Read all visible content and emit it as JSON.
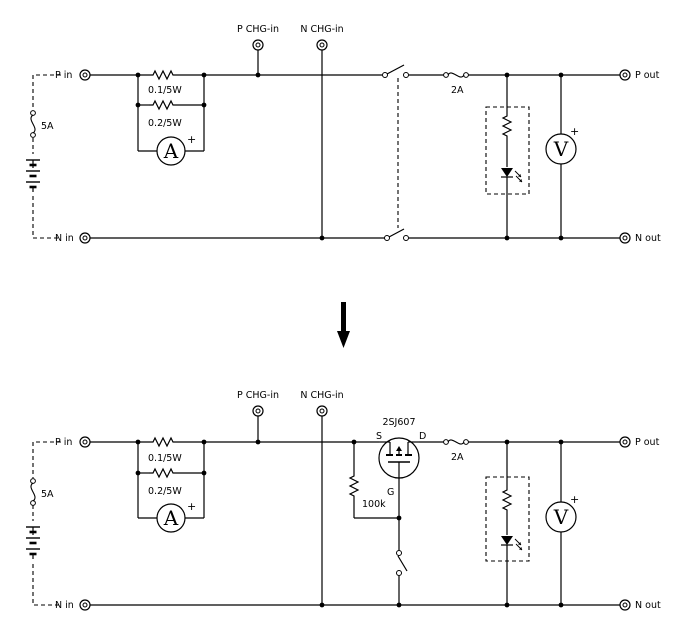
{
  "labels": {
    "p_in": "P in",
    "n_in": "N in",
    "p_out": "P out",
    "n_out": "N out",
    "p_chg": "P CHG-in",
    "n_chg": "N CHG-in",
    "fuse_main": "5A",
    "fuse_out": "2A",
    "shunt1": "0.1/5W",
    "shunt2": "0.2/5W",
    "ammeter": "A",
    "voltmeter": "V",
    "plus": "+",
    "mosfet": "2SJ607",
    "pin_s": "S",
    "pin_d": "D",
    "pin_g": "G",
    "resistor_gate": "100k"
  }
}
